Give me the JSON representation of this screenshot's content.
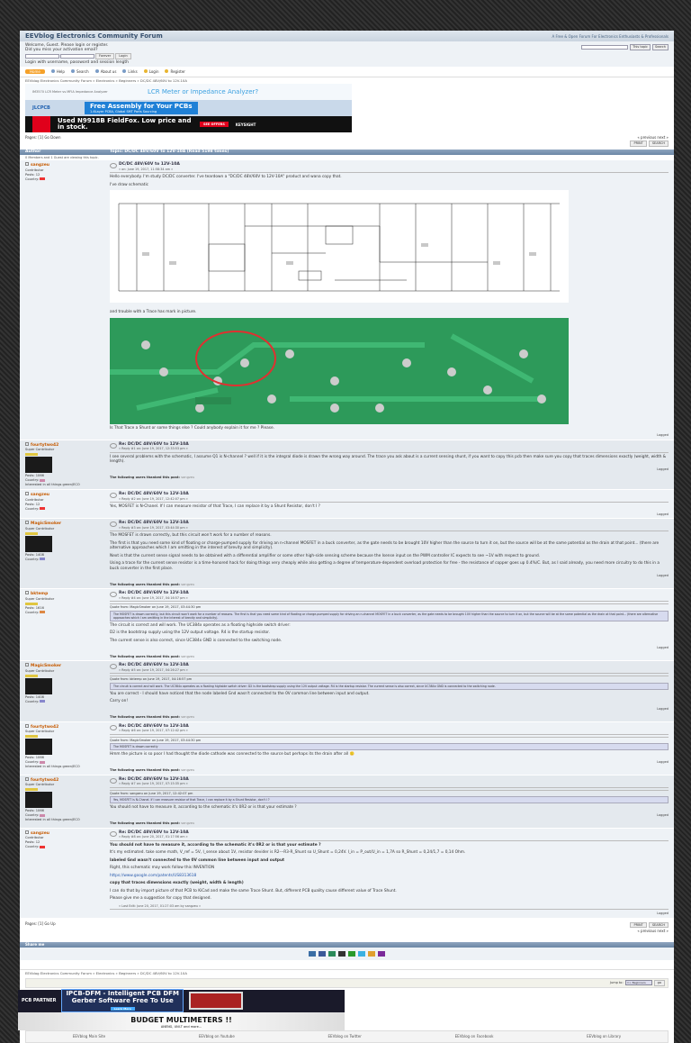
{
  "header": {
    "title": "EEVblog Electronics Community Forum",
    "slogan": "A Free & Open Forum For Electronics Enthusiasts & Professionals"
  },
  "user": {
    "welcome": "Welcome, Guest. Please login or register.",
    "activation": "Did you miss your activation email?",
    "forever": "Forever",
    "login_btn": "Login",
    "hint": "Login with username, password and session length",
    "search_scope": "This topic",
    "search_btn": "Search"
  },
  "nav": [
    "Home",
    "Help",
    "Search",
    "About us",
    "Links",
    "Login",
    "Register"
  ],
  "breadcrumb": "EEVblog Electronics Community Forum » Electronics » Beginners » DC/DC 48V/60V to 12V-10A",
  "ads": {
    "ad1_left": "IM3570 LCR Meter  vs  MFIA Impedance Analyzer",
    "ad1": "LCR Meter or Impedance Analyzer?",
    "ad2_brand": "JLCPCB",
    "ad2": "Free Assembly for Your PCBs",
    "ad2_sub": "1-6Layer PCBA, Global SMT Parts Sourcing",
    "ad3": "Used N9918B FieldFox. Low price and in stock.",
    "ad3_btn": "SEE OFFERS",
    "ad3_brand": "KEYSIGHT"
  },
  "pages": {
    "label": "Pages: [1]   Go Down",
    "bottom_label": "Pages: [1]   Go Up",
    "prevnext": "« previous next »",
    "print": "PRINT",
    "search": "SEARCH"
  },
  "topic": {
    "author_col": "Author",
    "title": "Topic: DC/DC 48V/60V to 12V-10A  (Read 5198 times)",
    "viewing": "0 Members and 1 Guest are viewing this topic."
  },
  "posts": [
    {
      "user": "sangzeu",
      "rank": "Contributor",
      "posts": "Posts: 12",
      "country": "Country:",
      "subject": "DC/DC 48V/60V to 12V-10A",
      "meta": "« on: June 19, 2017, 11:58:34 am »",
      "texts": [
        "Hello everybody. I'm study DC/DC converter. I've teardown a \"DC/DC 48V/60V to 12V-10A\" product and wana copy that.",
        "I've draw schematic"
      ],
      "after": [
        "and trouble with a Trace has mark in picture.",
        "Is That Trace a Shunt or some things else ? Could anybody explain it for me ? Please."
      ],
      "images": true,
      "flag": "#e33"
    },
    {
      "user": "fourtytwo42",
      "rank": "Super Contributor",
      "posts": "Posts: 1066",
      "country": "Country:",
      "extra": "Interested in all things green/ECO",
      "subject": "Re: DC/DC 48V/60V to 12V-10A",
      "meta": "« Reply #1 on: June 19, 2017, 12:33:53 pm »",
      "texts": [
        "I see several problems with the schematic, I assume Q1 is N-channel ? well if it is the integral diode is drawn the wrong way around. The trace you ask about is a current sensing shunt, if you want to copy this pcb then make sure you copy that traces dimensions exactly (weight, width & length)."
      ],
      "thanks": "sangzeu",
      "avatar": true,
      "stars": true,
      "flag": "#c8a"
    },
    {
      "user": "sangzeu",
      "rank": "Contributor",
      "posts": "Posts: 12",
      "country": "Country:",
      "subject": "Re: DC/DC 48V/60V to 12V-10A",
      "meta": "« Reply #2 on: June 19, 2017, 12:42:07 pm »",
      "texts": [
        "Yes, MOSFET is N-Chanel. If I can measure resistor of that Trace, I can replace it by a Shunt Resistor, don't I ?"
      ],
      "flag": "#e33"
    },
    {
      "user": "MagicSmoker",
      "rank": "Super Contributor",
      "posts": "Posts: 1408",
      "country": "Country:",
      "subject": "Re: DC/DC 48V/60V to 12V-10A",
      "meta": "« Reply #3 on: June 19, 2017, 03:44:30 pm »",
      "texts": [
        "The MOSFET is drawn correctly, but this circuit won't work for a number of reasons.",
        "The first is that you need some kind of floating or charge-pumped supply for driving an n-channel MOSFET in a buck converter, as the gate needs to be brought 10V higher than the source to turn it on, but the source will be at the same potential as the drain at that point... (there are alternative approaches which I am omitting in the interest of brevity and simplicity).",
        "Next is that the current sense signal needs to be obtained with a differential amplifier or some other high-side sensing scheme because the Isense input on the PWM controller IC expects to see ~1V with respect to ground.",
        "Using a trace for the current sense resistor is a time-honored hack for doing things very cheaply while also getting a degree of temperature-dependent overload protection for free - the resistance of copper goes up 0.4%/C. But, as I said already, you need more circuitry to do this in a buck converter in the first place."
      ],
      "thanks": "sangzeu",
      "avatar": true,
      "stars": true,
      "flag": "#88c"
    },
    {
      "user": "bktemp",
      "rank": "Super Contributor",
      "posts": "Posts: 1616",
      "country": "Country:",
      "subject": "Re: DC/DC 48V/60V to 12V-10A",
      "meta": "« Reply #4 on: June 19, 2017, 04:16:57 pm »",
      "quote_head": "Quote from: MagicSmoker on June 19, 2017, 03:44:30 pm",
      "quote": "The MOSFET is drawn correctly, but this circuit won't work for a number of reasons. The first is that you need some kind of floating or charge-pumped supply for driving an n-channel MOSFET in a buck converter, as the gate needs to be brought 10V higher than the source to turn it on, but the source will be at the same potential as the drain at that point... (there are alternative approaches which I am omitting in the interest of brevity and simplicity).",
      "texts": [
        "The circuit is correct and will work. The UC384x operates as a floating highside switch driver:",
        "D2 is the bootstrap supply using the 12V output voltage. R4 is the startup resistor.",
        "The current sense is also correct, since UC384x GND is connected to the switching node."
      ],
      "thanks": "sangzeu",
      "stars": true,
      "flag": "#d84"
    },
    {
      "user": "MagicSmoker",
      "rank": "Super Contributor",
      "posts": "Posts: 1408",
      "country": "Country:",
      "subject": "Re: DC/DC 48V/60V to 12V-10A",
      "meta": "« Reply #5 on: June 19, 2017, 04:26:27 pm »",
      "quote_head": "Quote from: bktemp on June 19, 2017, 04:16:57 pm",
      "quote": "The circuit is correct and will work. The UC384x operates as a floating highside switch driver: D2 is the bootstrap supply using the 12V output voltage. R4 is the startup resistor. The current sense is also correct, since UC384x GND is connected to the switching node.",
      "texts": [
        "You are correct - I should have noticed that the node labeled Gnd wasn't connected to the 0V common line between input and output.",
        "Carry on!"
      ],
      "thanks": "sangzeu",
      "avatar": true,
      "stars": true,
      "flag": "#88c"
    },
    {
      "user": "fourtytwo42",
      "rank": "Super Contributor",
      "posts": "Posts: 1066",
      "country": "Country:",
      "extra": "Interested in all things green/ECO",
      "subject": "Re: DC/DC 48V/60V to 12V-10A",
      "meta": "« Reply #6 on: June 19, 2017, 07:12:42 pm »",
      "quote_head": "Quote from: MagicSmoker on June 19, 2017, 03:44:30 pm",
      "quote": "The MOSFET is drawn correctly",
      "texts": [
        "Hmm the picture is so poor I had thought the diode cathode was connected to the source but perhaps its the drain after all 🙂"
      ],
      "thanks": "sangzeu",
      "avatar": true,
      "stars": true,
      "flag": "#c8a"
    },
    {
      "user": "fourtytwo42",
      "rank": "Super Contributor",
      "posts": "Posts: 1066",
      "country": "Country:",
      "extra": "Interested in all things green/ECO",
      "subject": "Re: DC/DC 48V/60V to 12V-10A",
      "meta": "« Reply #7 on: June 19, 2017, 07:15:35 pm »",
      "quote_head": "Quote from: sangzeu on June 19, 2017, 12:42:07 pm",
      "quote": "Yes, MOSFET is N-Chanel. If I can measure resistor of that Trace, I can replace it by a Shunt Resistor, don't I ?",
      "texts": [
        "You should not have to measure it, according to the schematic it's 0R2 or is that your estimate ?"
      ],
      "thanks": "sangzeu",
      "avatar": true,
      "stars": true,
      "flag": "#c8a"
    },
    {
      "user": "sangzeu",
      "rank": "Contributor",
      "posts": "Posts: 12",
      "country": "Country:",
      "subject": "Re: DC/DC 48V/60V to 12V-10A",
      "meta": "« Reply #8 on: June 20, 2017, 01:17:56 am »",
      "rich": [
        {
          "b": true,
          "t": "You should not have to measure it, according to the schematic it's 0R2 or is that your estimate ?"
        },
        {
          "t": "It's my estimated. take some math, V_ref = 5V, I_sense about 1V, resistor devider is R2---R3-R_Shunt so U_Shunt = 0,24V. I_in = P_out/U_in = 1,7A so R_Shunt = 0,24/1,7 = 0,14 Ohm."
        },
        {
          "b": true,
          "t": "labeled Gnd wasn't connected to the 0V common line between input and output"
        },
        {
          "t": "Right, this schematic may work follow this INVENTION"
        },
        {
          "link": true,
          "t": "https://www.google.com/patents/US8313618"
        },
        {
          "b": true,
          "t": "copy that traces dimensions exactly (weight, width & length)"
        },
        {
          "t": "I can do that by import picture of that PCB to KiCad and make the same Trace Shunt. But, different PCB quality cause different value of Trace Shunt."
        },
        {
          "t": "Please give me a suggestion for copy that designed."
        }
      ],
      "lastedit": "« Last Edit: June 20, 2017, 01:27:03 am by sangzeu »",
      "flag": "#e33"
    }
  ],
  "common": {
    "logged": "Logged",
    "thanks_label": "The following users thanked this post:"
  },
  "share": {
    "title": "Share me",
    "icons": [
      "digg-icon",
      "facebook-icon",
      "delicious-icon",
      "myspace-icon",
      "stumble-icon",
      "twitter-icon",
      "google-icon",
      "yahoo-icon"
    ],
    "colors": [
      "#3a6ea5",
      "#3b5998",
      "#2a8a5a",
      "#333",
      "#2a9a2a",
      "#3ab0e0",
      "#e0a030",
      "#7b2a9a"
    ]
  },
  "jump": {
    "label": "Jump to:",
    "value": "=> Beginners",
    "go": "go"
  },
  "banners": {
    "b1_brand": "PCB PARTNER",
    "b1": "IPCB-DFM - Intelligent PCB DFM",
    "b1b": "Gerber Software Free To Use",
    "b1_btn": "Learn More",
    "b2": "BUDGET MULTIMETERS !!",
    "b2_sub": "ANENG, UNI-T and more..."
  },
  "footer": [
    "EEVblog Main Site",
    "EEVblog on Youtube",
    "EEVblog on Twitter",
    "EEVblog on Facebook",
    "EEVblog on Library"
  ]
}
